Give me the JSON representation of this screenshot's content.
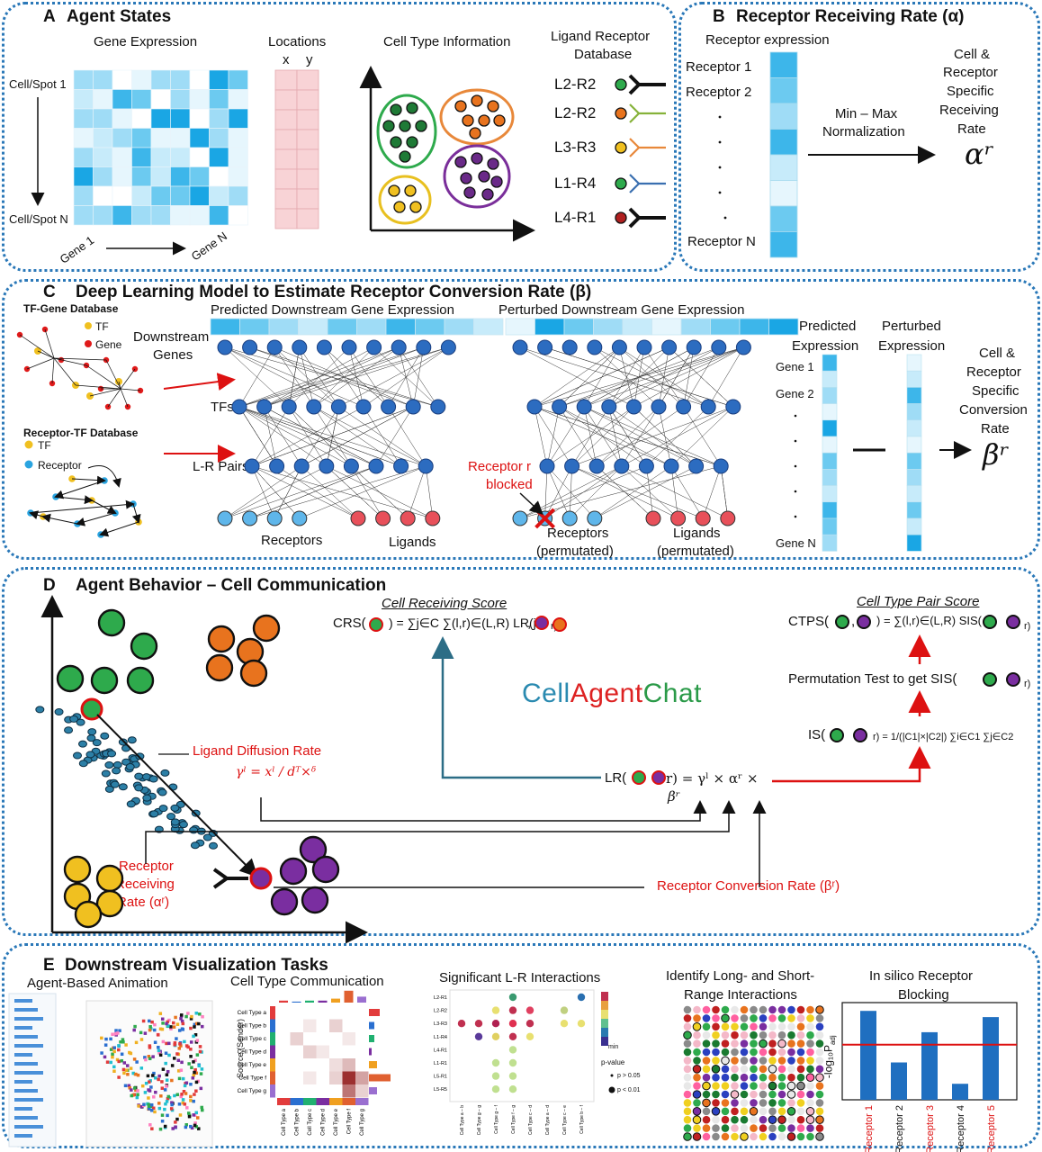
{
  "panel_a": {
    "letter": "A",
    "title": "Agent States",
    "gene_expression": "Gene Expression",
    "cell_spot_1": "Cell/Spot 1",
    "cell_spot_n": "Cell/Spot N",
    "gene_1": "Gene 1",
    "gene_n": "Gene N",
    "locations": "Locations",
    "x": "x",
    "y": "y",
    "cell_type_info": "Cell Type Information",
    "lr_database_line1": "Ligand Receptor",
    "lr_database_line2": "Database",
    "lr_pairs": [
      "L2-R2",
      "L2-R2",
      "L3-R3",
      "L1-R4",
      "L4-R1"
    ]
  },
  "panel_b": {
    "letter": "B",
    "title": "Receptor Receiving Rate (α)",
    "receptor_expression": "Receptor expression",
    "receptor_1": "Receptor 1",
    "receptor_2": "Receptor 2",
    "receptor_n": "Receptor N",
    "min_max_line1": "Min – Max",
    "min_max_line2": "Normalization",
    "specific_lines": [
      "Cell &",
      "Receptor",
      "Specific",
      "Receiving",
      "Rate"
    ],
    "symbol": "αʳ"
  },
  "panel_c": {
    "letter": "C",
    "title": "Deep Learning Model to Estimate Receptor Conversion Rate (β)",
    "tf_gene_db": "TF-Gene Database",
    "tf": "TF",
    "gene": "Gene",
    "receptor_tf_db": "Receptor-TF Database",
    "tf2": "TF",
    "receptor": "Receptor",
    "predicted_downstream": "Predicted Downstream Gene Expression",
    "perturbed_downstream": "Perturbed Downstream Gene Expression",
    "downstream_genes_line1": "Downstream",
    "downstream_genes_line2": "Genes",
    "tfs": "TFs",
    "lr_pairs": "L-R Pairs",
    "receptors": "Receptors",
    "ligands": "Ligands",
    "receptor_blocked_line1": "Receptor r",
    "receptor_blocked_line2": "blocked",
    "receptors_perm_line1": "Receptors",
    "receptors_perm_line2": "(permutated)",
    "ligands_perm_line1": "Ligands",
    "ligands_perm_line2": "(permutated)",
    "predicted_expression_line1": "Predicted",
    "predicted_expression_line2": "Expression",
    "perturbed_expression_line1": "Perturbed",
    "perturbed_expression_line2": "Expression",
    "gene_1": "Gene 1",
    "gene_2": "Gene 2",
    "gene_n": "Gene N",
    "specific_lines": [
      "Cell &",
      "Receptor",
      "Specific",
      "Conversion",
      "Rate"
    ],
    "symbol": "βʳ"
  },
  "panel_d": {
    "letter": "D",
    "title": "Agent Behavior – Cell Communication",
    "crs_title": "Cell Receiving Score",
    "crs_lhs": "CRS(",
    "crs_rhs": ") = ∑j∈C ∑(l,r)∈(L,R) LR(j",
    "crs_end": ",",
    "crs_close": "r)",
    "ctps_title": "Cell Type Pair Score",
    "ctps_lhs": "CTPS(",
    "ctps_mid": ",",
    "ctps_rhs": ") = ∑(l,r)∈(L,R) SIS(",
    "ctps_end": "r)",
    "perm_test": "Permutation Test to get SIS(",
    "perm_end": "r)",
    "is_lhs": "IS(",
    "is_rhs": "r) = 1/(|C1|×|C2|) ∑i∈C1 ∑j∈C2",
    "app_name_cell": "Cell",
    "app_name_agent": "Agent",
    "app_name_chat": "Chat",
    "ligand_diffusion": "Ligand Diffusion Rate",
    "gamma_formula": "γˡ = xˡ / dᵀ×ᵟ",
    "lr_formula": "LR(",
    "lr_formula_rhs": "r) = γˡ × αʳ ×",
    "beta_r": "βʳ",
    "receptor_receiving_lines": [
      "Receptor",
      "Receiving",
      "Rate (αʳ)"
    ],
    "receptor_conversion": "Receptor Conversion Rate (βʳ)"
  },
  "panel_e": {
    "letter": "E",
    "title": "Downstream Visualization Tasks",
    "agent_based_animation": "Agent-Based Animation",
    "cell_type_communication": "Cell Type Communication",
    "significant_lr": "Significant L-R Interactions",
    "long_short_line1": "Identify Long- and Short-",
    "long_short_line2": "Range Interactions",
    "in_silico_line1": "In silico Receptor",
    "in_silico_line2": "Blocking",
    "source_sender": "Source (Sender)",
    "cell_types": [
      "Cell Type a",
      "Cell Type b",
      "Cell Type c",
      "Cell Type d",
      "Cell Type e",
      "Cell Type f",
      "Cell Type g"
    ],
    "lr_rows": [
      "L2-R1",
      "L2-R2",
      "L3-R3",
      "L1-R4",
      "L4-R1",
      "L1-R1",
      "L5-R1",
      "L5-R5"
    ],
    "lr_cols": [
      "Cell Type a – b",
      "Cell Type g – g",
      "Cell Type g – f",
      "Cell Type f – g",
      "Cell Type c – d",
      "Cell Type a – d",
      "Cell Type c – e",
      "Cell Type b – f"
    ],
    "p_value": "p-value",
    "p_gt": "p > 0.05",
    "p_lt": "p < 0.01",
    "min": "min",
    "y_axis": "-log₁₀P",
    "y_axis_sub": "adj",
    "receptors": [
      "Receptor 1",
      "Receptor 2",
      "Receptor 3",
      "Receptor 4",
      "Receptor 5"
    ],
    "receptor_colors": [
      "#d11",
      "#111",
      "#d11",
      "#111",
      "#d11"
    ]
  },
  "chart_data": {
    "type": "bar",
    "categories": [
      "Receptor 1",
      "Receptor 2",
      "Receptor 3",
      "Receptor 4",
      "Receptor 5"
    ],
    "values": [
      1.0,
      0.42,
      0.76,
      0.18,
      0.93
    ],
    "threshold": 0.62,
    "title": "In silico Receptor Blocking",
    "ylabel": "-log10 P adj"
  }
}
